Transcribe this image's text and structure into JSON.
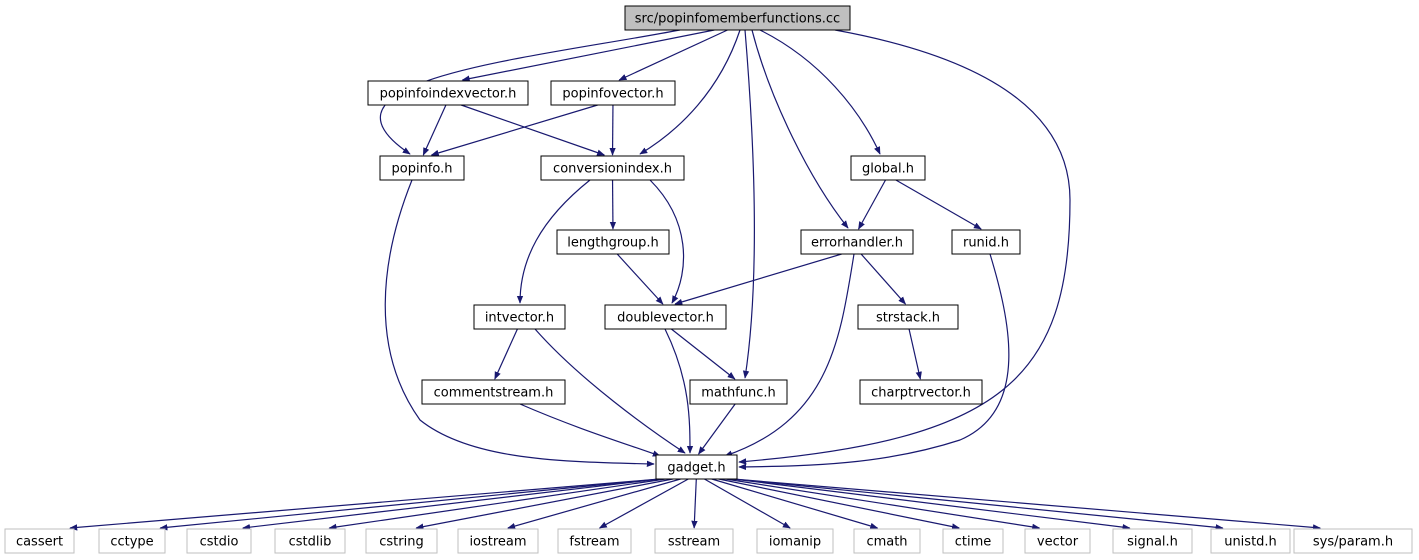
{
  "graph": {
    "nodes": [
      {
        "id": "root",
        "label": "src/popinfomemberfunctions.cc",
        "kind": "root"
      },
      {
        "id": "popinfoindexvector",
        "label": "popinfoindexvector.h",
        "kind": "file"
      },
      {
        "id": "popinfovector",
        "label": "popinfovector.h",
        "kind": "file"
      },
      {
        "id": "popinfo",
        "label": "popinfo.h",
        "kind": "file"
      },
      {
        "id": "conversionindex",
        "label": "conversionindex.h",
        "kind": "file"
      },
      {
        "id": "global",
        "label": "global.h",
        "kind": "file"
      },
      {
        "id": "lengthgroup",
        "label": "lengthgroup.h",
        "kind": "file"
      },
      {
        "id": "errorhandler",
        "label": "errorhandler.h",
        "kind": "file"
      },
      {
        "id": "runid",
        "label": "runid.h",
        "kind": "file"
      },
      {
        "id": "intvector",
        "label": "intvector.h",
        "kind": "file"
      },
      {
        "id": "doublevector",
        "label": "doublevector.h",
        "kind": "file"
      },
      {
        "id": "strstack",
        "label": "strstack.h",
        "kind": "file"
      },
      {
        "id": "commentstream",
        "label": "commentstream.h",
        "kind": "file"
      },
      {
        "id": "mathfunc",
        "label": "mathfunc.h",
        "kind": "file"
      },
      {
        "id": "charptrvector",
        "label": "charptrvector.h",
        "kind": "file"
      },
      {
        "id": "gadget",
        "label": "gadget.h",
        "kind": "file"
      },
      {
        "id": "cassert",
        "label": "cassert",
        "kind": "system"
      },
      {
        "id": "cctype",
        "label": "cctype",
        "kind": "system"
      },
      {
        "id": "cstdio",
        "label": "cstdio",
        "kind": "system"
      },
      {
        "id": "cstdlib",
        "label": "cstdlib",
        "kind": "system"
      },
      {
        "id": "cstring",
        "label": "cstring",
        "kind": "system"
      },
      {
        "id": "iostream",
        "label": "iostream",
        "kind": "system"
      },
      {
        "id": "fstream",
        "label": "fstream",
        "kind": "system"
      },
      {
        "id": "sstream",
        "label": "sstream",
        "kind": "system"
      },
      {
        "id": "iomanip",
        "label": "iomanip",
        "kind": "system"
      },
      {
        "id": "cmath",
        "label": "cmath",
        "kind": "system"
      },
      {
        "id": "ctime",
        "label": "ctime",
        "kind": "system"
      },
      {
        "id": "vector",
        "label": "vector",
        "kind": "system"
      },
      {
        "id": "signal",
        "label": "signal.h",
        "kind": "system"
      },
      {
        "id": "unistd",
        "label": "unistd.h",
        "kind": "system"
      },
      {
        "id": "sysparam",
        "label": "sys/param.h",
        "kind": "system"
      }
    ],
    "edges": [
      [
        "root",
        "popinfoindexvector"
      ],
      [
        "root",
        "popinfovector"
      ],
      [
        "root",
        "popinfo"
      ],
      [
        "root",
        "conversionindex"
      ],
      [
        "root",
        "global"
      ],
      [
        "root",
        "errorhandler"
      ],
      [
        "root",
        "mathfunc"
      ],
      [
        "root",
        "gadget"
      ],
      [
        "popinfoindexvector",
        "popinfo"
      ],
      [
        "popinfoindexvector",
        "conversionindex"
      ],
      [
        "popinfovector",
        "popinfo"
      ],
      [
        "popinfovector",
        "conversionindex"
      ],
      [
        "popinfo",
        "gadget"
      ],
      [
        "conversionindex",
        "lengthgroup"
      ],
      [
        "conversionindex",
        "intvector"
      ],
      [
        "conversionindex",
        "doublevector"
      ],
      [
        "global",
        "errorhandler"
      ],
      [
        "global",
        "runid"
      ],
      [
        "lengthgroup",
        "doublevector"
      ],
      [
        "errorhandler",
        "doublevector"
      ],
      [
        "errorhandler",
        "strstack"
      ],
      [
        "errorhandler",
        "gadget"
      ],
      [
        "runid",
        "gadget"
      ],
      [
        "intvector",
        "commentstream"
      ],
      [
        "intvector",
        "gadget"
      ],
      [
        "doublevector",
        "mathfunc"
      ],
      [
        "doublevector",
        "gadget"
      ],
      [
        "strstack",
        "charptrvector"
      ],
      [
        "commentstream",
        "gadget"
      ],
      [
        "mathfunc",
        "gadget"
      ],
      [
        "gadget",
        "cassert"
      ],
      [
        "gadget",
        "cctype"
      ],
      [
        "gadget",
        "cstdio"
      ],
      [
        "gadget",
        "cstdlib"
      ],
      [
        "gadget",
        "cstring"
      ],
      [
        "gadget",
        "iostream"
      ],
      [
        "gadget",
        "fstream"
      ],
      [
        "gadget",
        "sstream"
      ],
      [
        "gadget",
        "iomanip"
      ],
      [
        "gadget",
        "cmath"
      ],
      [
        "gadget",
        "ctime"
      ],
      [
        "gadget",
        "vector"
      ],
      [
        "gadget",
        "signal"
      ],
      [
        "gadget",
        "unistd"
      ],
      [
        "gadget",
        "sysparam"
      ]
    ]
  },
  "colors": {
    "edge": "#191970",
    "root_fill": "#bfbfbf",
    "node_border": "#000000",
    "system_border": "#bfbfbf",
    "text": "#000000"
  }
}
